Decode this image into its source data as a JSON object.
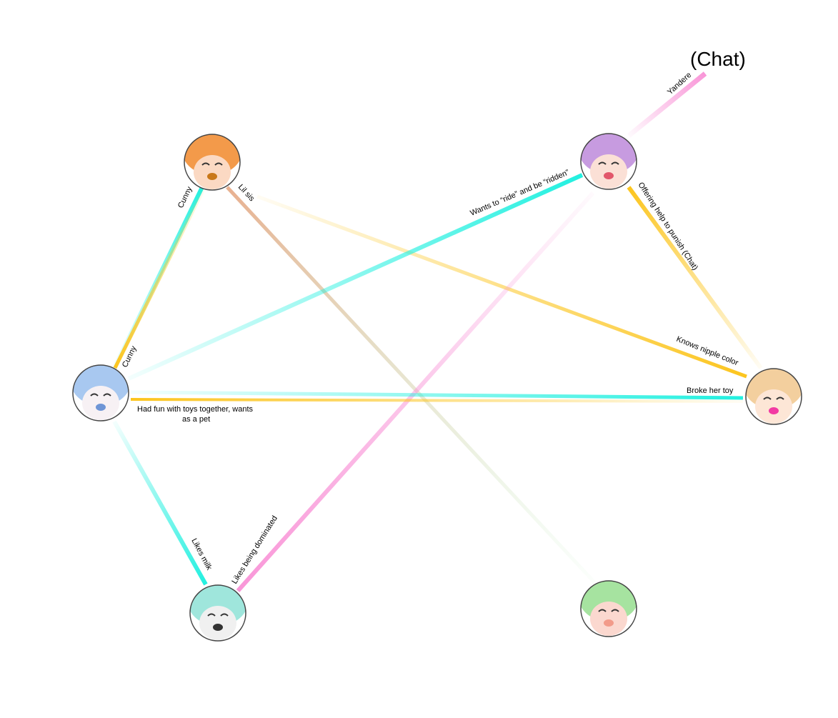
{
  "external_node": {
    "label": "(Chat)"
  },
  "nodes": [
    {
      "id": "hype",
      "name": "hype-avatar",
      "hair": "#f39a4a",
      "skin": "#fbd9c3",
      "accent": "#c9781a"
    },
    {
      "id": "purple",
      "name": "purple-avatar",
      "hair": "#c79be0",
      "skin": "#fbe0d6",
      "accent": "#e2576b"
    },
    {
      "id": "blue",
      "name": "blue-avatar",
      "hair": "#a8c8f0",
      "skin": "#f7f1f4",
      "accent": "#6e95d6"
    },
    {
      "id": "pink",
      "name": "pink-heart-avatar",
      "hair": "#f3cf9e",
      "skin": "#fde6d6",
      "accent": "#f23aa3"
    },
    {
      "id": "chat",
      "name": "chat-avatar",
      "hair": "#9fe6dc",
      "skin": "#f0f0f0",
      "accent": "#333333"
    },
    {
      "id": "green",
      "name": "green-avatar",
      "hair": "#a6e3a0",
      "skin": "#fbd8cf",
      "accent": "#f29b8a"
    }
  ],
  "edges": [
    {
      "label": "Cunny",
      "color": "#22f0e0"
    },
    {
      "label": "Cunny",
      "color": "#fcc51e"
    },
    {
      "label": "Lil sis",
      "color": "#e8b090",
      "color2": "#bfeec0"
    },
    {
      "label": "Knows nipple color",
      "color": "#fcc51e"
    },
    {
      "label": "Wants to “ride” and be “ridden”",
      "color": "#22f0e0"
    },
    {
      "label": "Offering help to punish (Chat)",
      "color": "#fcc51e"
    },
    {
      "label": "Yandere",
      "color": "#f996d8"
    },
    {
      "label": "Likes being dominated",
      "color": "#f996d8"
    },
    {
      "label": "Broke her toy",
      "color": "#22f0e0"
    },
    {
      "label": "Had fun with toys together, wants",
      "label2": "as a pet",
      "color": "#fcc51e"
    },
    {
      "label": "Likes milk",
      "color": "#22f0e0"
    }
  ]
}
